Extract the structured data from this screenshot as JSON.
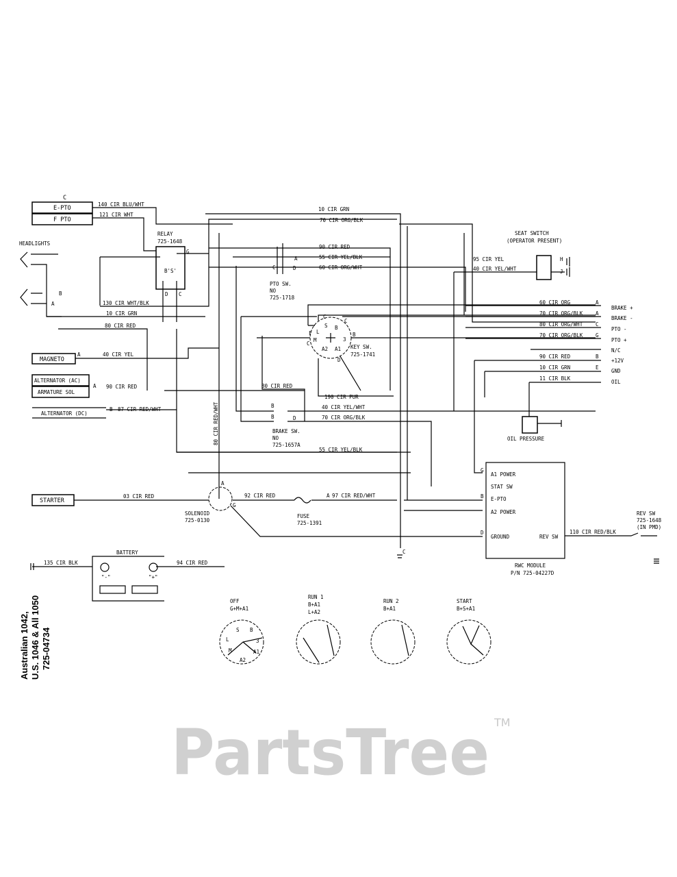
{
  "watermark": {
    "text": "PartsTree",
    "tm": "TM"
  },
  "side_caption": {
    "line1": "Australian 1042,",
    "line2": "U.S. 1046 & All 1050",
    "line3": "725-04734"
  },
  "pto_connector": {
    "letter": "C",
    "e_pto": "E-PTO",
    "f_pto": "F PTO"
  },
  "relay": {
    "title": "RELAY",
    "part": "725-1648",
    "pin_g": "G",
    "pin_d": "D",
    "pin_c": "C",
    "coil": "B'S'"
  },
  "headlights": {
    "label": "HEADLIGHTS",
    "pin_b": "B",
    "pin_a": "A"
  },
  "wires_left": {
    "w140": "140 CIR BLU/WHT",
    "w121": "121 CIR WHT",
    "w130": "130 CIR WHT/BLK",
    "w10": "10 CIR GRN",
    "w80": "80 CIR RED",
    "w40": "40 CIR YEL",
    "w90": "90 CIR RED",
    "w87": "87 CIR RED/WHT",
    "w80v": "80 CIR RED/WHT",
    "w03": "03 CIR RED",
    "w135": "135 CIR BLK",
    "w94": "94 CIR RED"
  },
  "sources": {
    "magneto": "MAGNETO",
    "magneto_pin": "A",
    "alt_ac": "ALTERNATOR (AC)",
    "armature": "ARMATURE SOL",
    "alt_pin": "A",
    "alt_dc": "ALTERNATOR (DC)",
    "alt_dc_pin": "B",
    "starter": "STARTER"
  },
  "wires_center": {
    "w10": "10 CIR GRN",
    "w70": "70 CIR ORG/BLK",
    "w90": "90 CIR RED",
    "w55": "55 CIR YEL/BLK",
    "w60": "60 CIR ORG/WHT",
    "w80": "80 CIR RED",
    "w190": "190 CIR PUR",
    "w40": "40 CIR YEL/WHT",
    "w70b": "70 CIR ORG/BLK",
    "w55b": "55 CIR YEL/BLK",
    "w92": "92 CIR RED",
    "w97": "97 CIR RED/WHT",
    "w97pin": "A"
  },
  "pto_switch": {
    "line1": "PTO SW.",
    "line2": "NO",
    "line3": "725-1718",
    "pin_c": "C",
    "pin_d": "D",
    "pin_a": "A"
  },
  "key_switch": {
    "line1": "KEY SW.",
    "line2": "725-1741",
    "terms": [
      "S",
      "B",
      "L",
      "M",
      "3",
      "A2",
      "A1"
    ],
    "outer": [
      "C",
      "C",
      "B",
      "F",
      "C",
      "D"
    ]
  },
  "brake_switch": {
    "line1": "BRAKE SW.",
    "line2": "NO",
    "line3": "725-1657A",
    "pin_b1": "B",
    "pin_b2": "B",
    "pin_d": "D"
  },
  "solenoid": {
    "line1": "SOLENOID",
    "line2": "725-0130",
    "pin_a": "A",
    "pin_g": "G"
  },
  "fuse": {
    "line1": "FUSE",
    "line2": "725-1391"
  },
  "seat_switch": {
    "line1": "SEAT SWITCH",
    "line2": "(OPERATOR PRESENT)",
    "pin_h": "H",
    "pin_j": "J",
    "w95": "95 CIR YEL",
    "w40": "40 CIR YEL/WHT"
  },
  "connector_right": [
    {
      "wire": "60 CIR ORG",
      "pin": "A",
      "label": "BRAKE +"
    },
    {
      "wire": "70 CIR ORG/BLK",
      "pin": "A",
      "label": "BRAKE -"
    },
    {
      "wire": "80 CIR ORG/WHT",
      "pin": "C",
      "label": "PTO -"
    },
    {
      "wire": "70 CIR ORG/BLK",
      "pin": "G",
      "label": "PTO +"
    },
    {
      "wire": "",
      "pin": "",
      "label": "N/C"
    },
    {
      "wire": "90 CIR RED",
      "pin": "B",
      "label": "+12V"
    },
    {
      "wire": "10 CIR GRN",
      "pin": "E",
      "label": "GND"
    },
    {
      "wire": "11 CIR BLK",
      "pin": "",
      "label": "OIL"
    }
  ],
  "oil_pressure": "OIL PRESSURE",
  "rwc_module": {
    "rows": [
      "A1 POWER",
      "STAT SW",
      "E-PTO",
      "A2 POWER",
      "GROUND"
    ],
    "pins": [
      "G",
      "B",
      "D"
    ],
    "rev": "REV SW",
    "name": "RWC MODULE",
    "part": "P/N 725-04227D",
    "ground_c": "C"
  },
  "rev_switch": {
    "wire": "110 CIR RED/BLK",
    "line1": "REV SW",
    "line2": "725-1648",
    "line3": "(IN PMD)"
  },
  "battery": {
    "title": "BATTERY",
    "neg": "\"-\"",
    "pos": "\"+\""
  },
  "key_positions": [
    {
      "name": "OFF",
      "combo": "G+M+A1",
      "combo2": ""
    },
    {
      "name": "RUN 1",
      "combo": "B+A1",
      "combo2": "L+A2"
    },
    {
      "name": "RUN 2",
      "combo": "B+A1",
      "combo2": ""
    },
    {
      "name": "START",
      "combo": "B+S+A1",
      "combo2": ""
    }
  ],
  "key_terms": [
    "S",
    "B",
    "L",
    "3",
    "M",
    "A1",
    "A2"
  ]
}
